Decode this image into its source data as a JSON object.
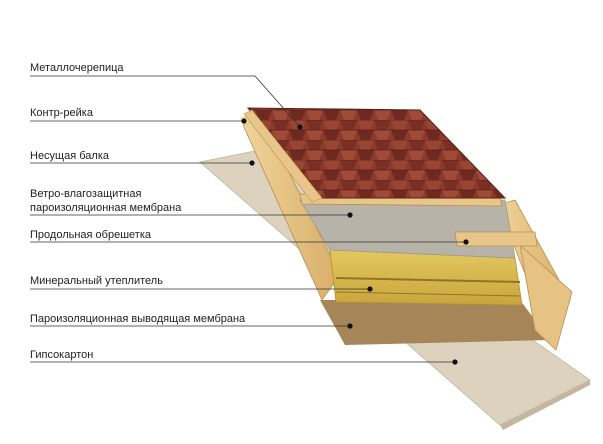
{
  "labels": [
    {
      "id": "metal-tile",
      "text": "Металлочерепица"
    },
    {
      "id": "counter-batten",
      "text": "Контр-рейка"
    },
    {
      "id": "bearing-beam",
      "text": "Несущая балка"
    },
    {
      "id": "wind-membrane",
      "lines": [
        "Ветро-влагозащитная",
        "пароизоляционная мембрана"
      ]
    },
    {
      "id": "longitudinal-lathing",
      "text": "Продольная обрешетка"
    },
    {
      "id": "mineral-insulation",
      "text": "Минеральный утеплитель"
    },
    {
      "id": "vapor-membrane",
      "text": "Пароизоляционная выводящая мембрана"
    },
    {
      "id": "drywall",
      "text": "Гипсокартон"
    }
  ],
  "colors": {
    "leader_line": "#333333",
    "tile": "#8b3a2c",
    "wood": "#e2bd7c",
    "insulation": "#d8b94a",
    "membrane": "#b8b3a8",
    "vapor": "#a68558",
    "drywall": "#ddd2be"
  }
}
